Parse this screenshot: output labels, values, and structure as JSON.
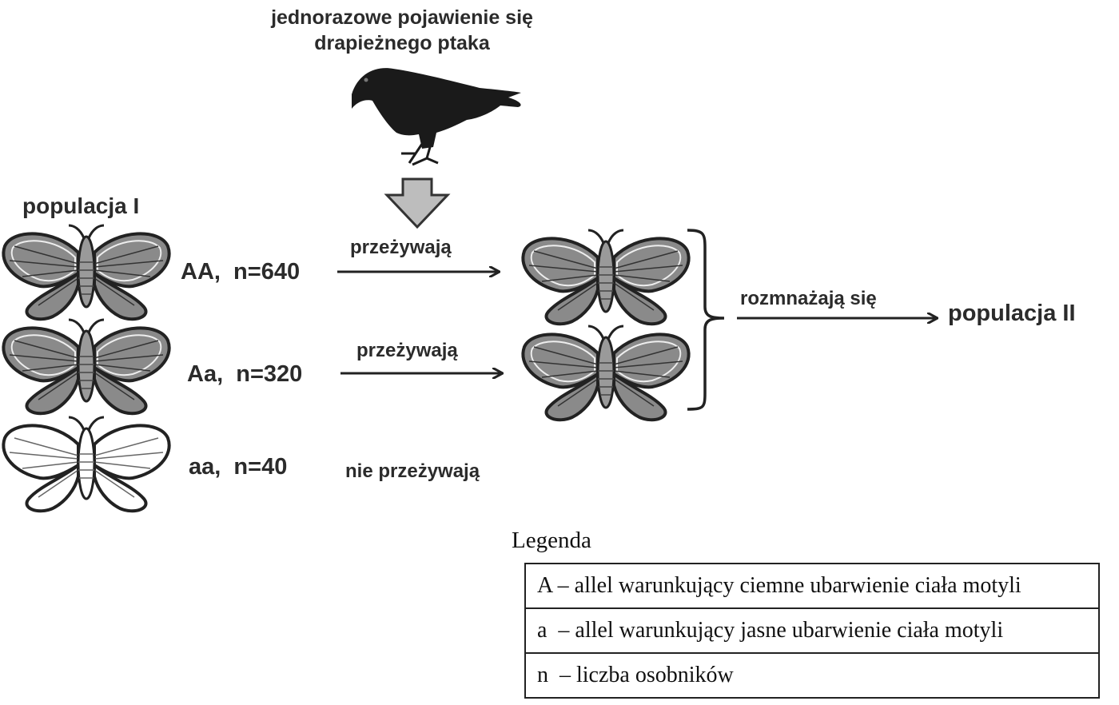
{
  "title": {
    "line1": "jednorazowe pojawienie się",
    "line2": "drapieżnego ptaka"
  },
  "population1_label": "populacja I",
  "population2_label": "populacja II",
  "groups": [
    {
      "genotype_label": "AA,  n=640",
      "outcome": "przeżywają",
      "color": "dark"
    },
    {
      "genotype_label": "Aa,  n=320",
      "outcome": "przeżywają",
      "color": "dark"
    },
    {
      "genotype_label": "aa,  n=40",
      "outcome": "nie przeżywają",
      "color": "light"
    }
  ],
  "reproduce_label": "rozmnażają się",
  "legend": {
    "title": "Legenda",
    "rows": [
      "A – allel warunkujący ciemne ubarwienie ciała motyli",
      "a  – allel warunkujący jasne ubarwienie ciała motyli",
      "n  – liczba osobników"
    ]
  },
  "colors": {
    "dark_wing": "#8a8a8a",
    "light_wing": "#ffffff",
    "bird": "#1a1a1a",
    "arrow_fill": "#bdbdbd"
  }
}
